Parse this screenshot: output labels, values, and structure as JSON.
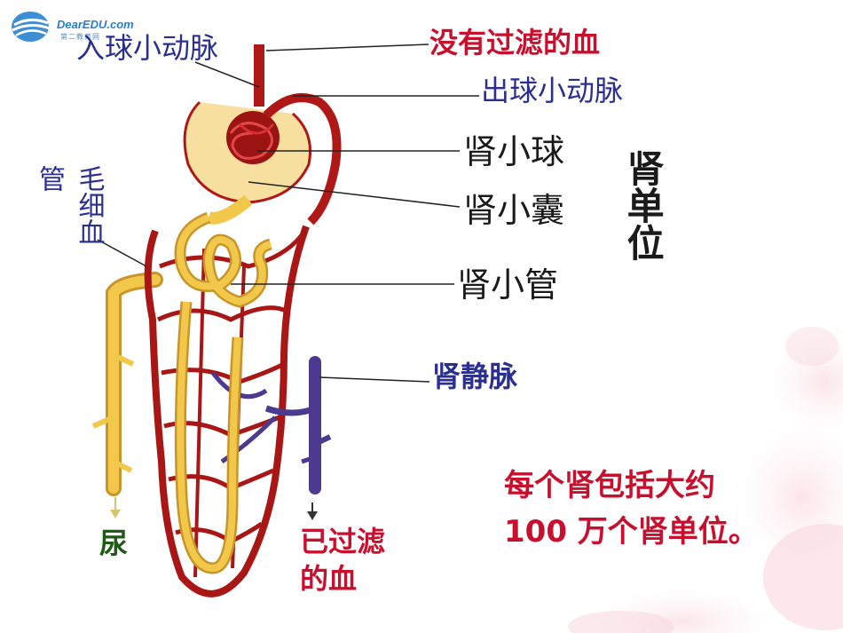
{
  "logo": {
    "brand": "DearEDU.com",
    "subtitle": "第二教育网",
    "icon": "globe-logo-icon"
  },
  "labels": {
    "afferent_arteriole": "入球小动脉",
    "unfiltered_blood": "没有过滤的血",
    "efferent_arteriole": "出球小动脉",
    "glomerulus": "肾小球",
    "bowman_capsule": "肾小囊",
    "renal_tubule": "肾小管",
    "capillary_left": "管",
    "capillary_right": "毛细血",
    "nephron": "肾单位",
    "renal_vein": "肾静脉",
    "urine": "尿",
    "filtered_blood": "已过滤的血",
    "note_line1": "每个肾包括大约",
    "note_line2": "100 万个肾单位。"
  },
  "colors": {
    "artery_red": "#b01818",
    "vein_purple": "#4b3a8f",
    "tubule_yellow": "#f2c84b",
    "label_blue": "#2b2f8f",
    "label_red": "#c8102e",
    "label_green": "#1f5a17",
    "blossom_pink": "#f6cfd8"
  }
}
